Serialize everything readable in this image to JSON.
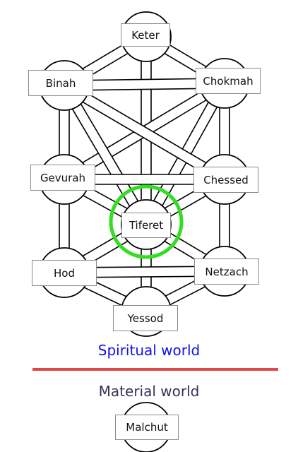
{
  "diagram": {
    "sefirot": {
      "keter": "Keter",
      "chokmah": "Chokmah",
      "binah": "Binah",
      "chessed": "Chessed",
      "gevurah": "Gevurah",
      "tiferet": "Tiferet",
      "netzach": "Netzach",
      "hod": "Hod",
      "yessod": "Yessod",
      "malchut": "Malchut"
    },
    "highlighted_node": "tiferet",
    "spiritual_label": "Spiritual world",
    "material_label": "Material world"
  },
  "colors": {
    "line": "#000000",
    "node_fill": "#ffffff",
    "highlight": "#33dd22",
    "spiritual_text": "#1010ee",
    "material_text": "#3b2f57",
    "divider": "#e04848"
  }
}
